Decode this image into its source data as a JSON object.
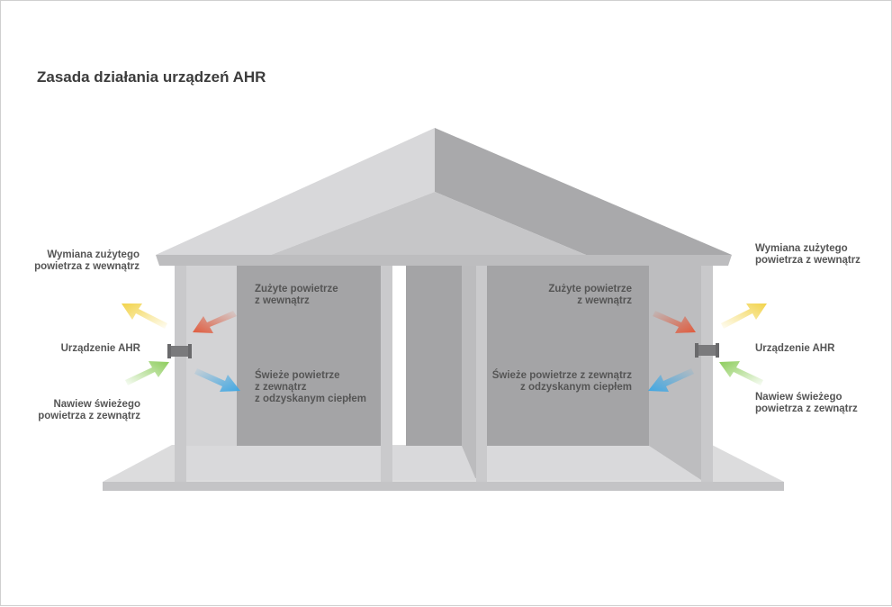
{
  "title": "Zasada działania urządzeń AHR",
  "left": {
    "exchange_label": "Wymiana zużytego\npowietrza z wewnątrz",
    "device_label": "Urządzenie AHR",
    "supply_label": "Nawiew świeżego\npowietrza z zewnątrz",
    "used_air_label": "Zużyte powietrze\nz wewnątrz",
    "fresh_air_label": "Świeże powietrze\nz zewnątrz\nz odzyskanym ciepłem"
  },
  "right": {
    "exchange_label": "Wymiana zużytego\npowietrza z wewnątrz",
    "device_label": "Urządzenie AHR",
    "supply_label": "Nawiew świeżego\npowietrza z zewnątrz",
    "used_air_label": "Zużyte powietrze\nz wewnątrz",
    "fresh_air_label": "Świeże powietrze z zewnątrz\nz odzyskanym ciepłem"
  },
  "colors": {
    "exhaust_inside": "#e05a3c",
    "exhaust_outside": "#f2d34a",
    "supply_outside": "#8ccc5a",
    "supply_inside": "#3fa7e3"
  },
  "icons": {
    "device": "ahr-device-icon",
    "arrows": [
      "arrow-exhaust-out",
      "arrow-exhaust-in",
      "arrow-supply-in",
      "arrow-supply-out"
    ]
  }
}
